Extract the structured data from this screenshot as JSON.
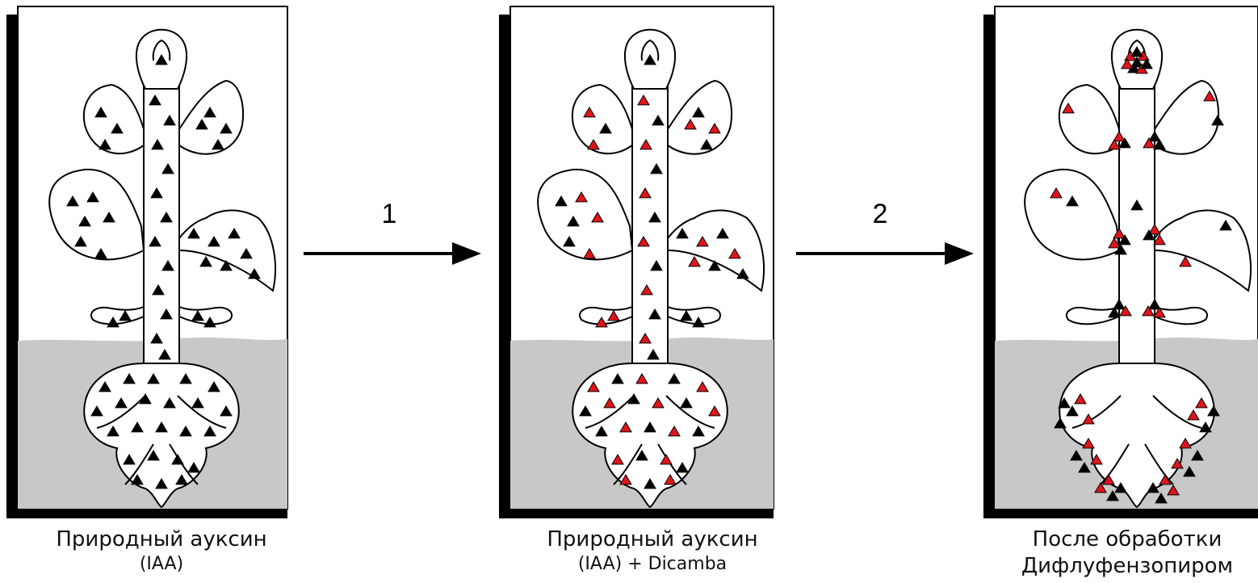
{
  "panels": [
    {
      "caption_line1": "Природный ауксин",
      "caption_line2": "(IAA)",
      "mode": "natural"
    },
    {
      "caption_line1": "Природный ауксин",
      "caption_line2": "(IAA) + Dicamba",
      "mode": "mixed"
    },
    {
      "caption_line1": "После обработки",
      "caption_line2": "Дифлуфензопиром",
      "mode": "treated"
    }
  ],
  "steps": [
    {
      "label": "1"
    },
    {
      "label": "2"
    }
  ],
  "colors": {
    "natural_auxin": "#000000",
    "dicamba": "#e0151b",
    "soil": "#c8c8c8",
    "frame_shadow": "#000000"
  }
}
